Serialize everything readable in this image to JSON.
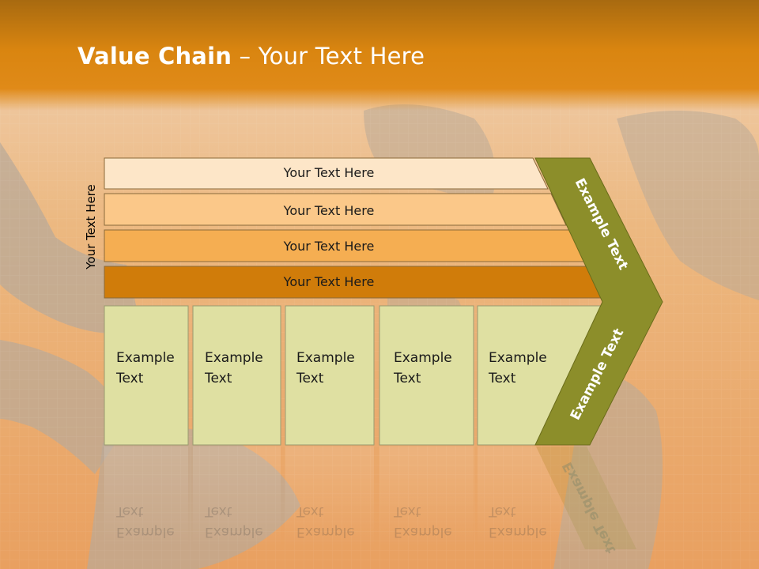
{
  "slide": {
    "title_bold": "Value Chain",
    "title_rest": " – Your Text Here",
    "side_label": "Your Text Here"
  },
  "bars": [
    {
      "label": "Your Text Here",
      "color": "#fde6c8"
    },
    {
      "label": "Your Text Here",
      "color": "#fbc889"
    },
    {
      "label": "Your Text Here",
      "color": "#f5ae52"
    },
    {
      "label": "Your Text Here",
      "color": "#d07c0a"
    }
  ],
  "cells": [
    {
      "line1": "Example",
      "line2": "Text"
    },
    {
      "line1": "Example",
      "line2": "Text"
    },
    {
      "line1": "Example",
      "line2": "Text"
    },
    {
      "line1": "Example",
      "line2": "Text"
    },
    {
      "line1": "Example",
      "line2": "Text"
    }
  ],
  "chevron": {
    "upper_label": "Example Text",
    "lower_label": "Example Text",
    "color": "#8c8e2a"
  },
  "colors": {
    "cell_fill": "#dfe0a2",
    "header": "#d98510"
  }
}
